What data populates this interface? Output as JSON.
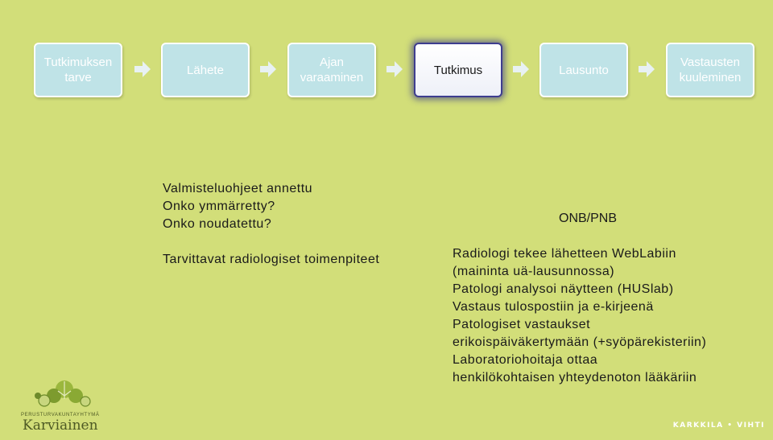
{
  "process": {
    "steps": [
      {
        "label": "Tutkimuksen\ntarve"
      },
      {
        "label": "Lähete"
      },
      {
        "label": "Ajan\nvaraaminen"
      },
      {
        "label": "Tutkimus"
      },
      {
        "label": "Lausunto"
      },
      {
        "label": "Vastausten\nkuuleminen"
      }
    ],
    "active_step": "Tutkimus"
  },
  "left_notes": {
    "lines": [
      "Valmisteluohjeet annettu",
      "Onko ymmärretty?",
      "Onko noudatettu?"
    ],
    "action": "Tarvittavat radiologiset toimenpiteet"
  },
  "right_notes": {
    "heading": "ONB/PNB",
    "lines": [
      "Radiologi tekee lähetteen WebLabiin",
      "(maininta uä-lausunnossa)",
      "Patologi analysoi näytteen (HUSlab)",
      "Vastaus tulospostiin ja e-kirjeenä",
      "Patologiset vastaukset",
      "erikoispäiväkertymään (+syöpärekisteriin)",
      "Laboratoriohoitaja ottaa",
      "henkilökohtaisen yhteydenoton lääkäriin"
    ]
  },
  "logo": {
    "org_line": "PERUSTURVAKUNTAYHTYMÄ",
    "name": "Karviainen"
  },
  "footer": {
    "locations": "KARKKILA • VIHTI"
  },
  "colors": {
    "background": "#d2de79",
    "step_fill": "#bfe3e7",
    "active_border": "#3e3d8f",
    "arrow": "#e8f1f3",
    "logo_green": "#6d8a2a"
  }
}
